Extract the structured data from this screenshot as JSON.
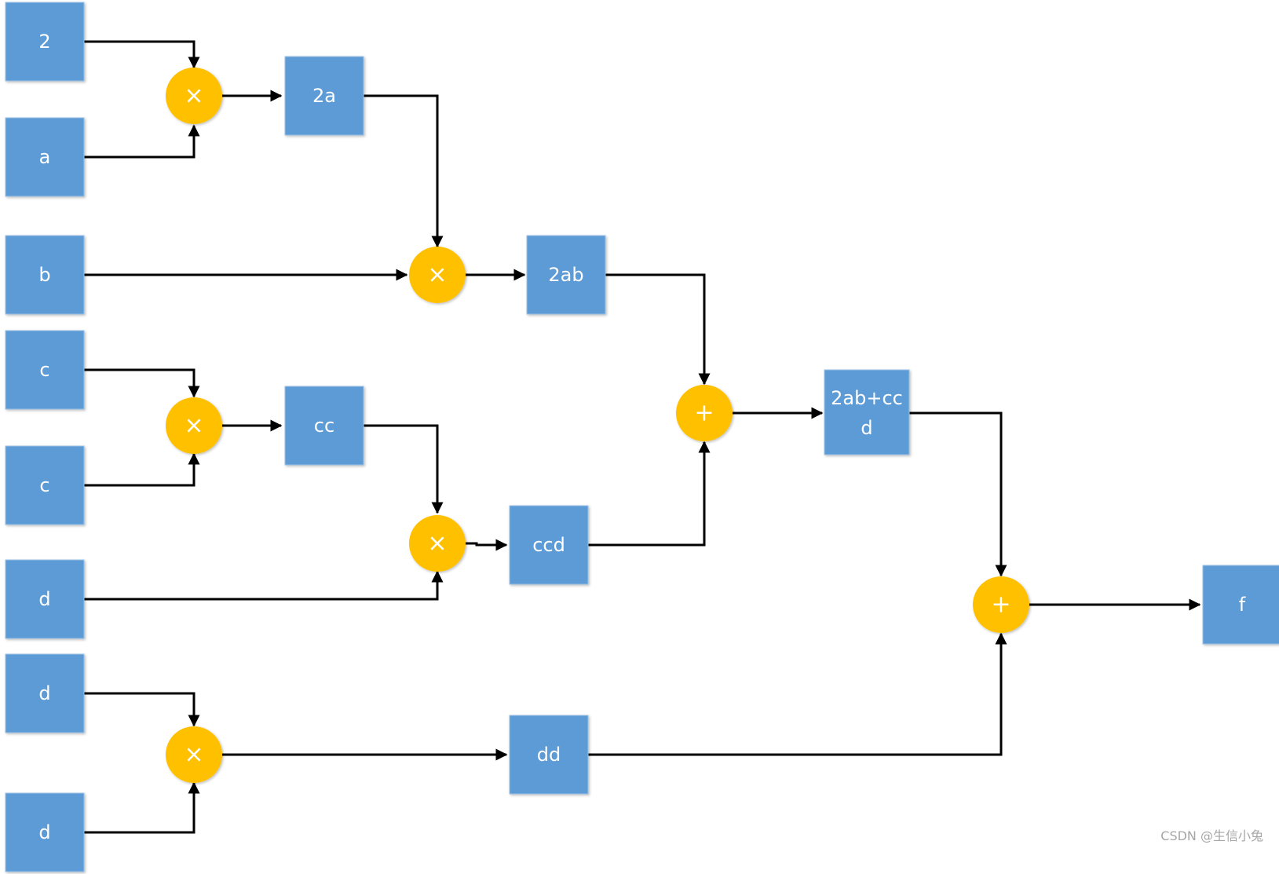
{
  "nodes": {
    "n_2": "2",
    "n_a": "a",
    "n_b": "b",
    "n_c1": "c",
    "n_c2": "c",
    "n_d1": "d",
    "n_d2": "d",
    "n_d3": "d",
    "n_2a": "2a",
    "n_2ab": "2ab",
    "n_cc": "cc",
    "n_ccd": "ccd",
    "n_sum1_line1": "2ab+cc",
    "n_sum1_line2": "d",
    "n_dd": "dd",
    "n_f": "f"
  },
  "operators": {
    "op1": "×",
    "op2": "×",
    "op3": "×",
    "op4": "×",
    "op5": "×",
    "op6": "+",
    "op7": "+"
  },
  "watermark": "CSDN @生信小兔",
  "colors": {
    "node_fill": "#5b9bd5",
    "operator_fill": "#ffc000",
    "edge": "#000000",
    "text": "#ffffff"
  }
}
